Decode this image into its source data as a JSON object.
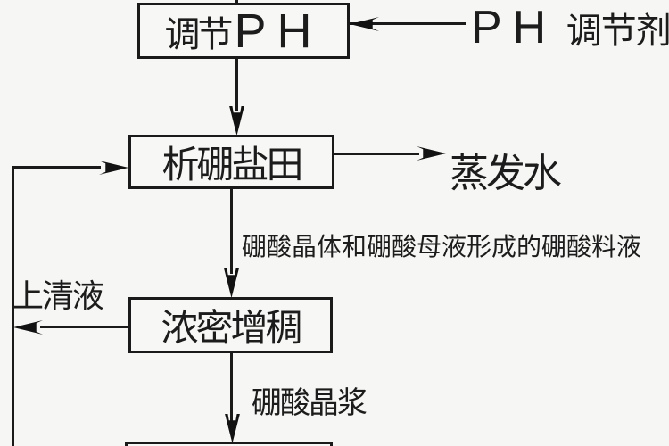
{
  "diagram": {
    "title_implied": "",
    "colors": {
      "line": "#1a1a1a",
      "background": "#f6f6f4",
      "text": "#1c1c1c"
    },
    "boxes": {
      "adjust_ph": {
        "prefix": "调节",
        "latin": "PH"
      },
      "boron_field": {
        "label": "析硼盐田"
      },
      "thickening": {
        "label": "浓密增稠"
      },
      "bottom_partial": {
        "label": ""
      }
    },
    "annotations": {
      "ph_agent_latin": "PH",
      "ph_agent_rest": "调节剂",
      "evaporated_water": "蒸发水",
      "feed_liquid": "硼酸晶体和硼酸母液形成的硼酸料液",
      "supernatant": "上清液",
      "crystal_slurry": "硼酸晶浆"
    }
  }
}
